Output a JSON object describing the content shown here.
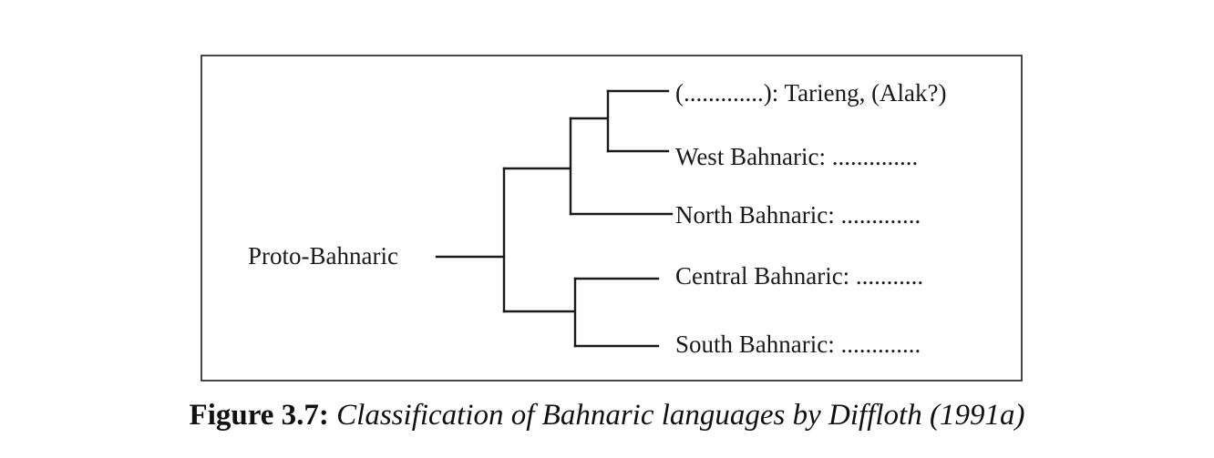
{
  "diagram": {
    "type": "tree",
    "root": "Proto-Bahnaric",
    "nodes": [
      {
        "id": "root",
        "label": "Proto-Bahnaric"
      },
      {
        "id": "tarieng",
        "label": "(.............): Tarieng, (Alak?)"
      },
      {
        "id": "west",
        "label": "West Bahnaric: .............."
      },
      {
        "id": "north",
        "label": "North Bahnaric: ............."
      },
      {
        "id": "central",
        "label": "Central Bahnaric: ..........."
      },
      {
        "id": "south",
        "label": "South Bahnaric: ............."
      }
    ],
    "edges": [
      {
        "from": "root",
        "to": "tarieng"
      },
      {
        "from": "root",
        "to": "west"
      },
      {
        "from": "root",
        "to": "north"
      },
      {
        "from": "root",
        "to": "central"
      },
      {
        "from": "root",
        "to": "south"
      }
    ],
    "structure": "((((tarieng, west), north), (central, south)))"
  },
  "caption": {
    "label": "Figure 3.7:",
    "text": "Classification of Bahnaric languages by Diffloth (1991a)"
  }
}
